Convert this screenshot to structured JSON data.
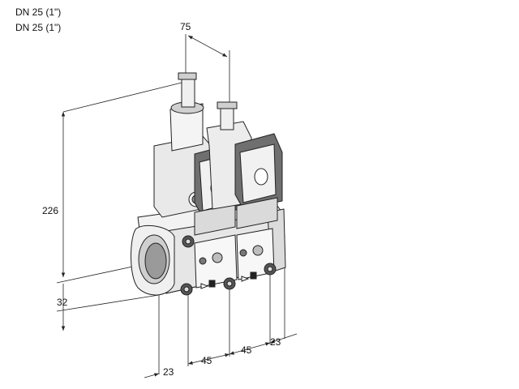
{
  "titles": [
    "DN 25 (1\")",
    "DN 25 (1\")"
  ],
  "dimensions": {
    "top_width": "75",
    "height": "226",
    "bottom_offset": "32",
    "width_1": "23",
    "width_2": "45",
    "width_3": "45",
    "width_4": "23"
  },
  "colors": {
    "line": "#222222",
    "body_light": "#f2f2f2",
    "body_mid": "#d9d9d9",
    "body_dark": "#8a8a8a"
  }
}
